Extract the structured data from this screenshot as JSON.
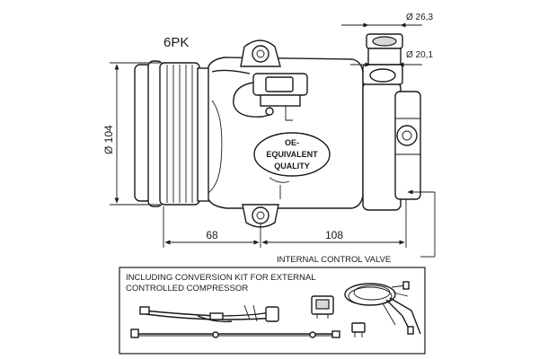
{
  "belt_label": "6PK",
  "dimensions": {
    "outlet_diameter": "Ø 26,3",
    "inlet_diameter": "Ø 20,1",
    "body_diameter": "Ø 104",
    "mount_to_clutch": "68",
    "mount_to_rear": "108"
  },
  "quality_badge": {
    "line1": "OE-",
    "line2": "EQUIVALENT",
    "line3": "QUALITY"
  },
  "valve_callout": "INTERNAL CONTROL VALVE",
  "kit_box": {
    "line1": "INCLUDING CONVERSION KIT FOR EXTERNAL",
    "line2": "CONTROLLED COMPRESSOR"
  }
}
